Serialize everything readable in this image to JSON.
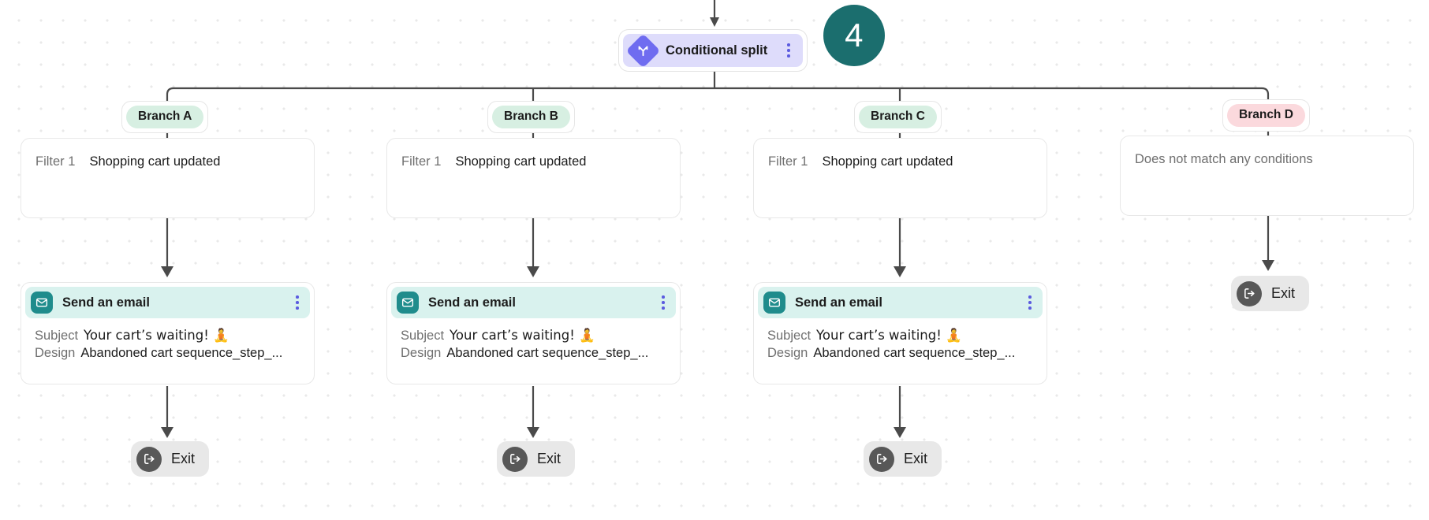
{
  "canvas": {
    "background_color": "#ffffff",
    "dot_color": "#e9e9e9",
    "connector_color": "#4a4a4a"
  },
  "step_badge": {
    "number": "4",
    "color": "#1b6e6e"
  },
  "split_node": {
    "label": "Conditional split",
    "icon": "conditional-split-icon",
    "accent_color": "#6f6cf0",
    "background_color": "#dedcfb",
    "menu_icon": "kebab-menu-icon"
  },
  "branches": [
    {
      "id": "a",
      "chip_label": "Branch A",
      "chip_color": "#d7efe2",
      "filter": {
        "key": "Filter 1",
        "value": "Shopping cart updated"
      },
      "email": {
        "title": "Send an email",
        "icon": "envelope-icon",
        "header_color": "#d9f2ee",
        "icon_color": "#1f8c8c",
        "menu_icon": "kebab-menu-icon",
        "rows": [
          {
            "key": "Subject",
            "value": "Your cart’s waiting! 🧘"
          },
          {
            "key": "Design",
            "value": "Abandoned cart sequence_step_..."
          }
        ]
      },
      "exit": {
        "label": "Exit",
        "icon": "exit-arrow-icon"
      }
    },
    {
      "id": "b",
      "chip_label": "Branch B",
      "chip_color": "#d7efe2",
      "filter": {
        "key": "Filter 1",
        "value": "Shopping cart updated"
      },
      "email": {
        "title": "Send an email",
        "icon": "envelope-icon",
        "header_color": "#d9f2ee",
        "icon_color": "#1f8c8c",
        "menu_icon": "kebab-menu-icon",
        "rows": [
          {
            "key": "Subject",
            "value": "Your cart’s waiting! 🧘"
          },
          {
            "key": "Design",
            "value": "Abandoned cart sequence_step_..."
          }
        ]
      },
      "exit": {
        "label": "Exit",
        "icon": "exit-arrow-icon"
      }
    },
    {
      "id": "c",
      "chip_label": "Branch C",
      "chip_color": "#d7efe2",
      "filter": {
        "key": "Filter 1",
        "value": "Shopping cart updated"
      },
      "email": {
        "title": "Send an email",
        "icon": "envelope-icon",
        "header_color": "#d9f2ee",
        "icon_color": "#1f8c8c",
        "menu_icon": "kebab-menu-icon",
        "rows": [
          {
            "key": "Subject",
            "value": "Your cart’s waiting! 🧘"
          },
          {
            "key": "Design",
            "value": "Abandoned cart sequence_step_..."
          }
        ]
      },
      "exit": {
        "label": "Exit",
        "icon": "exit-arrow-icon"
      }
    },
    {
      "id": "d",
      "chip_label": "Branch D",
      "chip_color": "#fbd9dd",
      "fallback_text": "Does not match any conditions",
      "exit": {
        "label": "Exit",
        "icon": "exit-arrow-icon"
      }
    }
  ]
}
